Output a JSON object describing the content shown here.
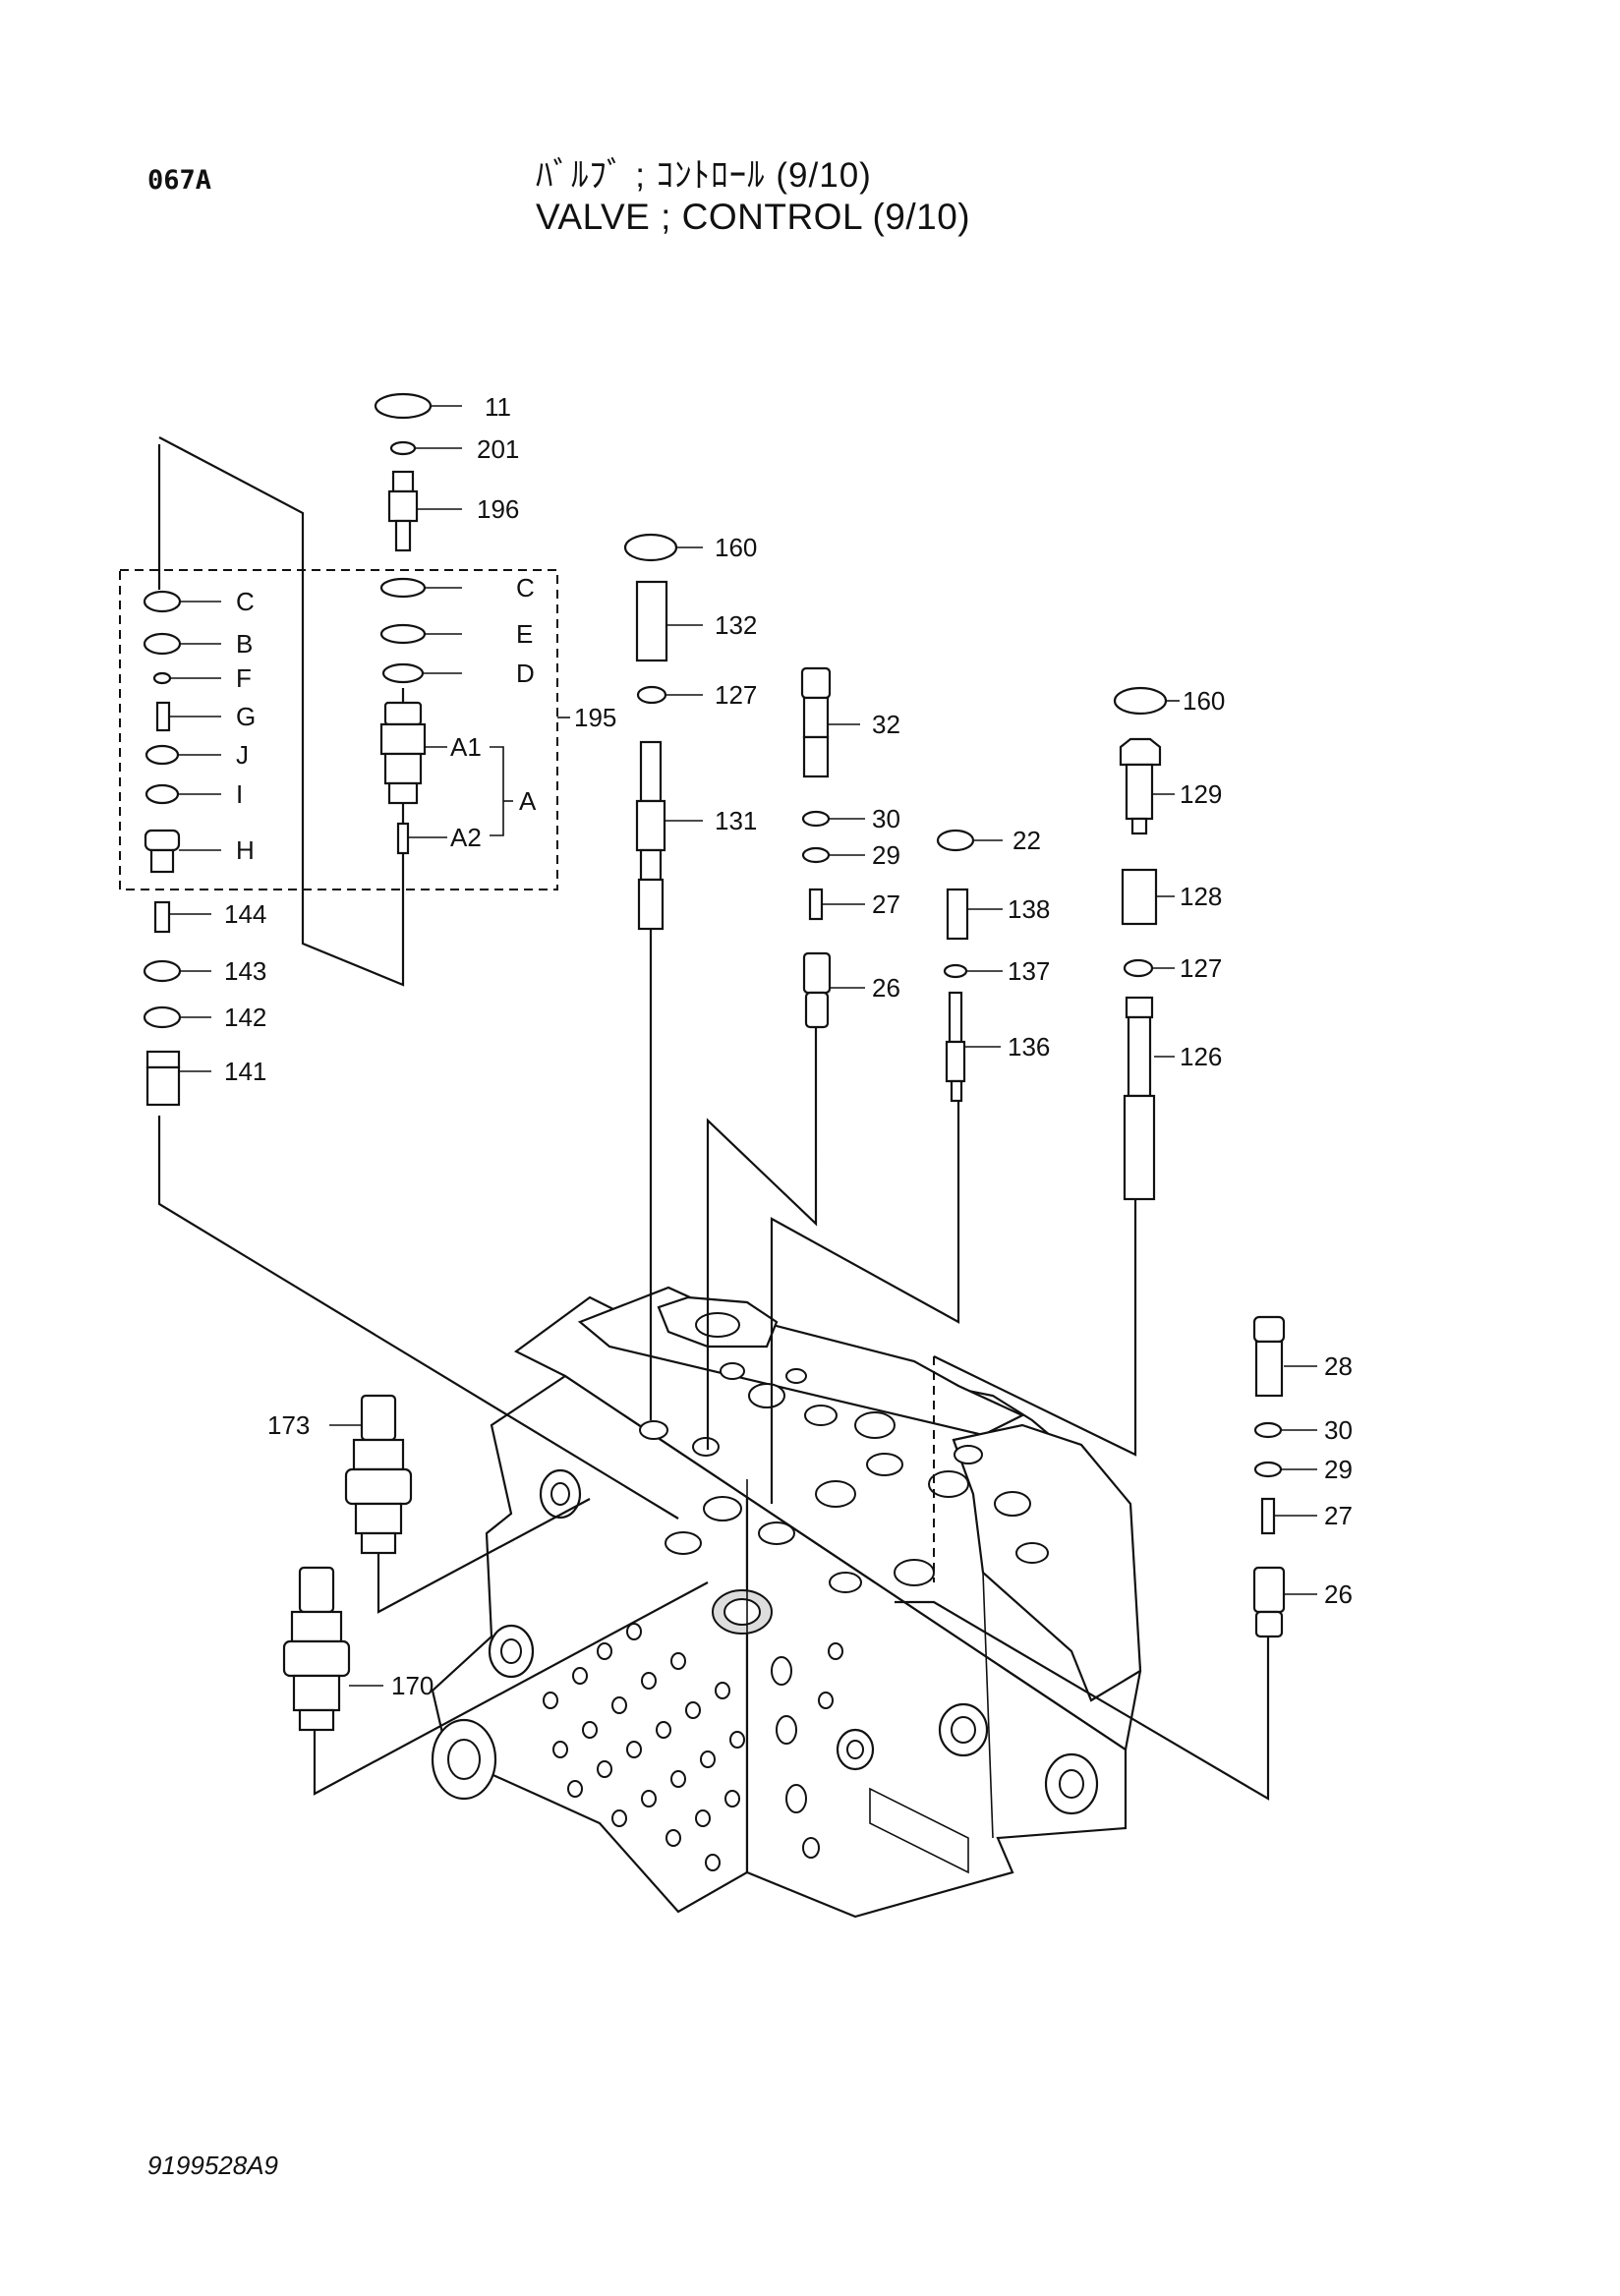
{
  "header": {
    "page_code": "067A",
    "title_jp": "ﾊﾞﾙﾌﾞ ; ｺﾝﾄﾛｰﾙ (9/10)",
    "title_en": "VALVE ; CONTROL (9/10)"
  },
  "footer": {
    "document_number": "9199528A9"
  },
  "callouts": {
    "p11": "11",
    "p201": "201",
    "p196": "196",
    "c_right": "C",
    "e": "E",
    "d": "D",
    "a1": "A1",
    "a2": "A2",
    "a": "A",
    "p195": "195",
    "c_left": "C",
    "b": "B",
    "f": "F",
    "g": "G",
    "j": "J",
    "i": "I",
    "h": "H",
    "p144": "144",
    "p143": "143",
    "p142": "142",
    "p141": "141",
    "p160a": "160",
    "p132": "132",
    "p127a": "127",
    "p131": "131",
    "p32": "32",
    "p30a": "30",
    "p29a": "29",
    "p27a": "27",
    "p26a": "26",
    "p22": "22",
    "p138": "138",
    "p137": "137",
    "p136": "136",
    "p160b": "160",
    "p129": "129",
    "p128": "128",
    "p127b": "127",
    "p126": "126",
    "p28": "28",
    "p30b": "30",
    "p29b": "29",
    "p27b": "27",
    "p26b": "26",
    "p173": "173",
    "p170": "170"
  }
}
